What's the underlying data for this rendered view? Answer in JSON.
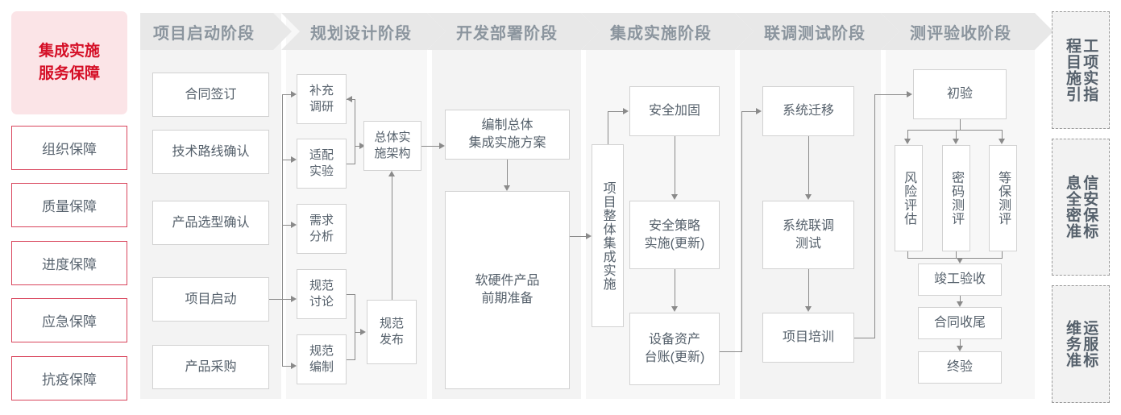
{
  "left_panel": {
    "lead": {
      "label": "集成实施\n服务保障",
      "bg": "#fbe4e7",
      "color": "#d50f27"
    },
    "items": [
      {
        "label": "组织保障"
      },
      {
        "label": "质量保障"
      },
      {
        "label": "进度保障"
      },
      {
        "label": "应急保障"
      },
      {
        "label": "抗疫保障"
      }
    ],
    "border_color": "#d9455c"
  },
  "phases": [
    {
      "id": "p1",
      "title": "项目启动阶段"
    },
    {
      "id": "p2",
      "title": "规划设计阶段"
    },
    {
      "id": "p3",
      "title": "开发部署阶段"
    },
    {
      "id": "p4",
      "title": "集成实施阶段"
    },
    {
      "id": "p5",
      "title": "联调测试阶段"
    },
    {
      "id": "p6",
      "title": "测评验收阶段"
    }
  ],
  "nodes": {
    "n_contract": "合同签订",
    "n_techroute": "技术路线确认",
    "n_productsel": "产品选型确认",
    "n_kickoff": "项目启动",
    "n_purchase": "产品采购",
    "n_survey": "补充\n调研",
    "n_adapt": "适配\n实验",
    "n_require": "需求\n分析",
    "n_specdisc": "规范\n讨论",
    "n_specwrite": "规范\n编制",
    "n_specpub": "规范\n发布",
    "n_arch": "总体实\n施架构",
    "n_plan": "编制总体\n集成实施方案",
    "n_prep": "软硬件产品\n前期准备",
    "n_overall": "项目整体集成实施",
    "n_harden": "安全加固",
    "n_policy": "安全策略\n实施(更新)",
    "n_asset": "设备资产\n台账(更新)",
    "n_migrate": "系统迁移",
    "n_jointtest": "系统联调\n测试",
    "n_training": "项目培训",
    "n_firstacc": "初验",
    "n_risk": "风险评估",
    "n_crypto": "密码测评",
    "n_grade": "等保测评",
    "n_complete": "竣工验收",
    "n_closeout": "合同收尾",
    "n_finalacc": "终验"
  },
  "standards": [
    {
      "col_right": "程目施引",
      "col_left": "工项实指",
      "full": "工程项目实施指引"
    },
    {
      "col_right": "息全密准",
      "col_left": "信安保标",
      "full": "信息安全保密标准"
    },
    {
      "col_right": "维务准",
      "col_left": "运服标",
      "full": "运维服务标准"
    }
  ],
  "theme": {
    "node_border": "#d2d2d2",
    "node_text": "#55606b",
    "phase_header_bg": "#e8e8e8",
    "phase_header_text": "#8b959e",
    "phase_body_bg": "#f3f3f3",
    "connector": "#8a8a8a",
    "accent_red": "#d50f27"
  }
}
